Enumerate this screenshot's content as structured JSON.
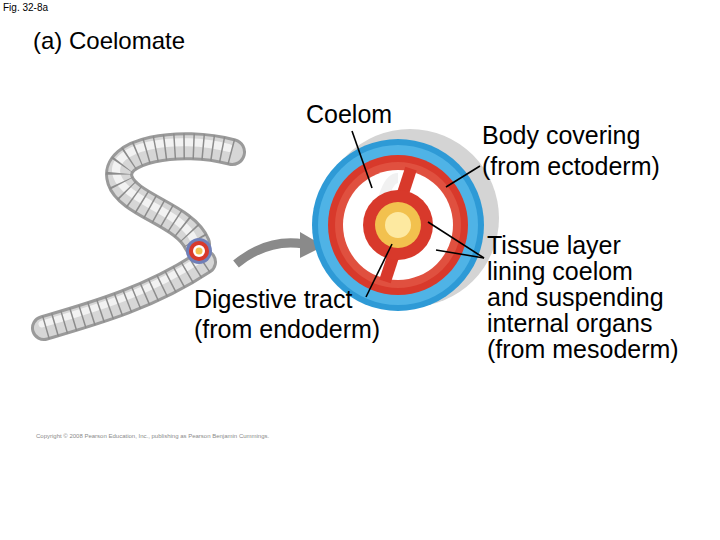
{
  "diagram": {
    "title": "(a) Coelomate",
    "labels": [
      "Fig. 32-8a",
      "Coelom",
      "Body covering (from ectoderm)",
      "Digestive tract (from endoderm)",
      "Tissue layer lining coelom and suspending internal organs (from mesoderm)",
      "Copyright © 2008 Pearson Education, Inc., publishing as Pearson Benjamin Cummings."
    ]
  }
}
